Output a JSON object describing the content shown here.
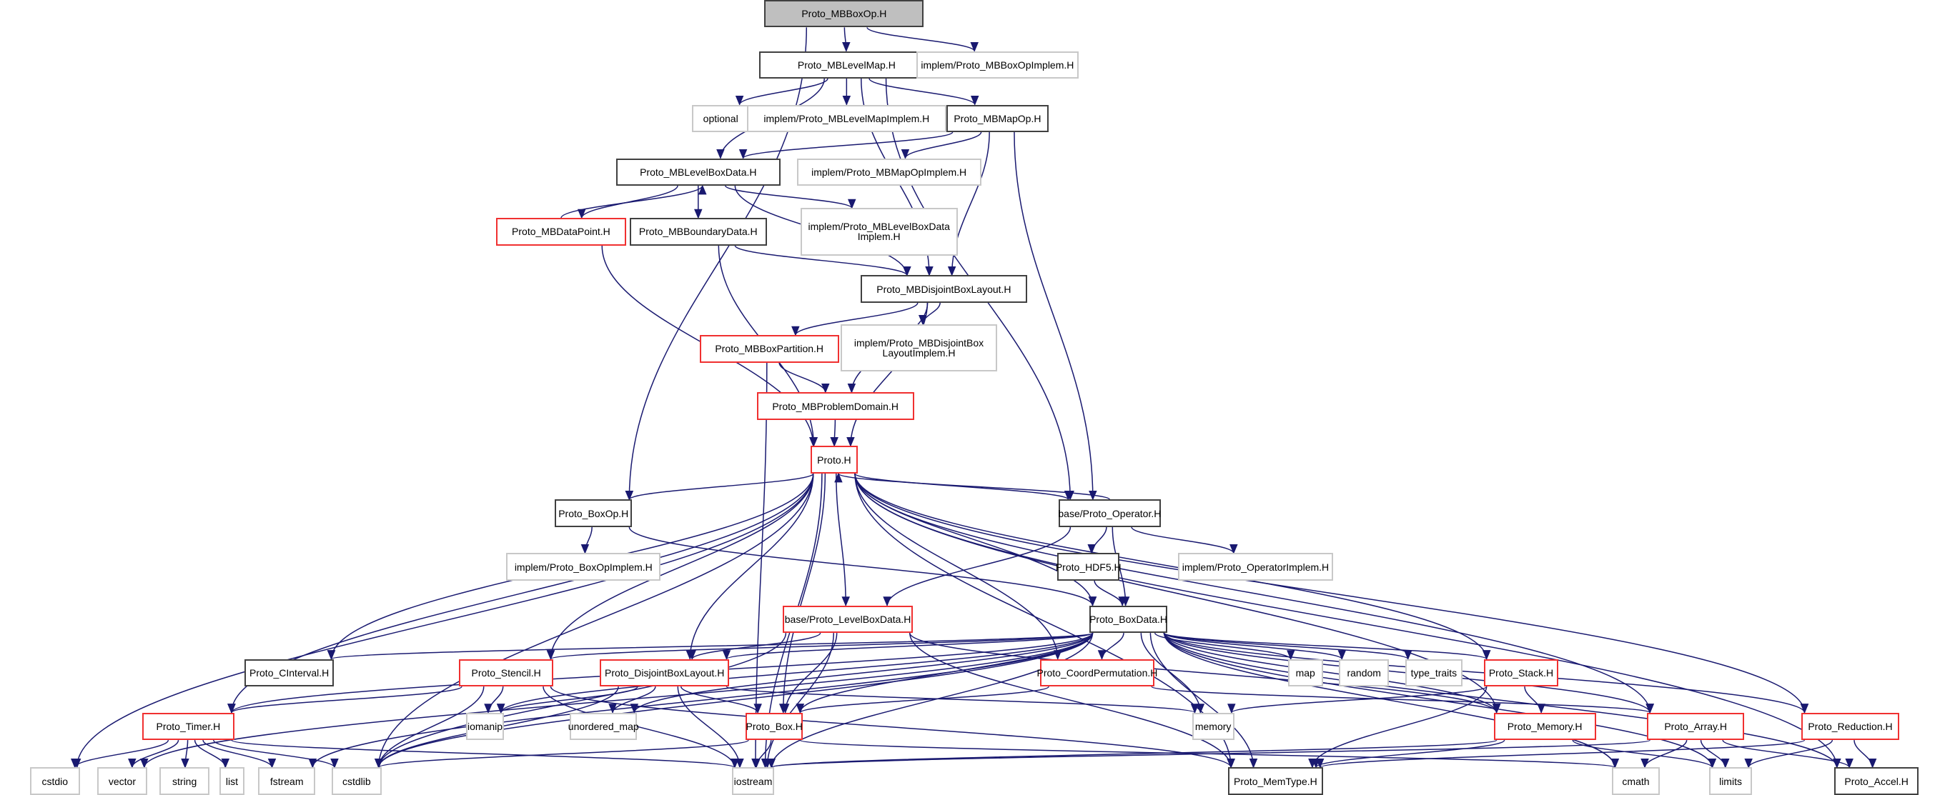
{
  "graph": {
    "title": "Proto_MBBoxOp.H include dependency graph",
    "colors": {
      "edge": "#191970",
      "documented_border": "#404040",
      "truncated_border": "#ff0000",
      "external_border": "#c8c8c8",
      "current_fill": "#bfbfbf"
    },
    "nodes": [
      {
        "id": "mbboxop",
        "label": "Proto_MBBoxOp.H",
        "kind": "current"
      },
      {
        "id": "mblevelmap",
        "label": "Proto_MBLevelMap.H",
        "kind": "documented"
      },
      {
        "id": "mbboxopimplem",
        "label": "implem/Proto_MBBoxOpImplem.H",
        "kind": "external"
      },
      {
        "id": "optional",
        "label": "optional",
        "kind": "external"
      },
      {
        "id": "mblevelmapimplem",
        "label": "implem/Proto_MBLevelMapImplem.H",
        "kind": "external"
      },
      {
        "id": "mbmapop",
        "label": "Proto_MBMapOp.H",
        "kind": "documented"
      },
      {
        "id": "mblevelboxdata",
        "label": "Proto_MBLevelBoxData.H",
        "kind": "documented"
      },
      {
        "id": "mbmapopimplem",
        "label": "implem/Proto_MBMapOpImplem.H",
        "kind": "external"
      },
      {
        "id": "mbdatapoint",
        "label": "Proto_MBDataPoint.H",
        "kind": "truncated"
      },
      {
        "id": "mbboundarydata",
        "label": "Proto_MBBoundaryData.H",
        "kind": "documented"
      },
      {
        "id": "mblevelboxdataimplem",
        "label": "implem/Proto_MBLevelBoxData\nImplem.H",
        "kind": "external"
      },
      {
        "id": "mbdisjointboxlayout",
        "label": "Proto_MBDisjointBoxLayout.H",
        "kind": "documented"
      },
      {
        "id": "mbboxpartition",
        "label": "Proto_MBBoxPartition.H",
        "kind": "truncated"
      },
      {
        "id": "mbdisjointboxlayoutimplem",
        "label": "implem/Proto_MBDisjointBox\nLayoutImplem.H",
        "kind": "external"
      },
      {
        "id": "mbproblemdomain",
        "label": "Proto_MBProblemDomain.H",
        "kind": "truncated"
      },
      {
        "id": "proto",
        "label": "Proto.H",
        "kind": "truncated"
      },
      {
        "id": "boxop",
        "label": "Proto_BoxOp.H",
        "kind": "documented"
      },
      {
        "id": "operator",
        "label": "base/Proto_Operator.H",
        "kind": "documented"
      },
      {
        "id": "boxopimplem",
        "label": "implem/Proto_BoxOpImplem.H",
        "kind": "external"
      },
      {
        "id": "hdf5",
        "label": "Proto_HDF5.H",
        "kind": "documented"
      },
      {
        "id": "operatorimplem",
        "label": "implem/Proto_OperatorImplem.H",
        "kind": "external"
      },
      {
        "id": "levelboxdata",
        "label": "base/Proto_LevelBoxData.H",
        "kind": "truncated"
      },
      {
        "id": "boxdata",
        "label": "Proto_BoxData.H",
        "kind": "documented"
      },
      {
        "id": "cinterval",
        "label": "Proto_CInterval.H",
        "kind": "documented"
      },
      {
        "id": "stencil",
        "label": "Proto_Stencil.H",
        "kind": "truncated"
      },
      {
        "id": "disjointboxlayout",
        "label": "Proto_DisjointBoxLayout.H",
        "kind": "truncated"
      },
      {
        "id": "coordpermutation",
        "label": "Proto_CoordPermutation.H",
        "kind": "truncated"
      },
      {
        "id": "map",
        "label": "map",
        "kind": "external"
      },
      {
        "id": "random",
        "label": "random",
        "kind": "external"
      },
      {
        "id": "typetraits",
        "label": "type_traits",
        "kind": "external"
      },
      {
        "id": "stack",
        "label": "Proto_Stack.H",
        "kind": "truncated"
      },
      {
        "id": "timer",
        "label": "Proto_Timer.H",
        "kind": "truncated"
      },
      {
        "id": "iomanip",
        "label": "iomanip",
        "kind": "external"
      },
      {
        "id": "unorderedmap",
        "label": "unordered_map",
        "kind": "external"
      },
      {
        "id": "box",
        "label": "Proto_Box.H",
        "kind": "truncated"
      },
      {
        "id": "memory",
        "label": "memory",
        "kind": "external"
      },
      {
        "id": "protomemory",
        "label": "Proto_Memory.H",
        "kind": "truncated"
      },
      {
        "id": "array",
        "label": "Proto_Array.H",
        "kind": "truncated"
      },
      {
        "id": "reduction",
        "label": "Proto_Reduction.H",
        "kind": "truncated"
      },
      {
        "id": "cstdio",
        "label": "cstdio",
        "kind": "external"
      },
      {
        "id": "vector",
        "label": "vector",
        "kind": "external"
      },
      {
        "id": "string",
        "label": "string",
        "kind": "external"
      },
      {
        "id": "list",
        "label": "list",
        "kind": "external"
      },
      {
        "id": "fstream",
        "label": "fstream",
        "kind": "external"
      },
      {
        "id": "cstdlib",
        "label": "cstdlib",
        "kind": "external"
      },
      {
        "id": "iostream",
        "label": "iostream",
        "kind": "external"
      },
      {
        "id": "memtype",
        "label": "Proto_MemType.H",
        "kind": "documented"
      },
      {
        "id": "cmath",
        "label": "cmath",
        "kind": "external"
      },
      {
        "id": "limits",
        "label": "limits",
        "kind": "external"
      },
      {
        "id": "accel",
        "label": "Proto_Accel.H",
        "kind": "documented"
      }
    ],
    "edges": [
      [
        "mbboxop",
        "mblevelmap"
      ],
      [
        "mbboxop",
        "mbboxopimplem"
      ],
      [
        "mbboxop",
        "boxop"
      ],
      [
        "mblevelmap",
        "optional"
      ],
      [
        "mblevelmap",
        "mblevelmapimplem"
      ],
      [
        "mblevelmap",
        "mbmapop"
      ],
      [
        "mblevelmap",
        "mblevelboxdata"
      ],
      [
        "mblevelmap",
        "mbdisjointboxlayout"
      ],
      [
        "mblevelmap",
        "operator"
      ],
      [
        "mbmapop",
        "mblevelboxdata"
      ],
      [
        "mbmapop",
        "mbmapopimplem"
      ],
      [
        "mbmapop",
        "mbdisjointboxlayout"
      ],
      [
        "mbmapop",
        "operator"
      ],
      [
        "mblevelboxdata",
        "mbdatapoint"
      ],
      [
        "mbdatapoint",
        "mblevelboxdata"
      ],
      [
        "mblevelboxdata",
        "mbboundarydata"
      ],
      [
        "mblevelboxdata",
        "mblevelboxdataimplem"
      ],
      [
        "mblevelboxdata",
        "mbdisjointboxlayout"
      ],
      [
        "mbdatapoint",
        "proto"
      ],
      [
        "mbboundarydata",
        "mbdisjointboxlayout"
      ],
      [
        "mbboundarydata",
        "proto"
      ],
      [
        "mbdisjointboxlayout",
        "mbboxpartition"
      ],
      [
        "mbdisjointboxlayout",
        "mbdisjointboxlayoutimplem"
      ],
      [
        "mbdisjointboxlayout",
        "mbproblemdomain"
      ],
      [
        "mbdisjointboxlayout",
        "proto"
      ],
      [
        "mbboxpartition",
        "mbproblemdomain"
      ],
      [
        "mbboxpartition",
        "iostream"
      ],
      [
        "mbproblemdomain",
        "proto"
      ],
      [
        "proto",
        "boxop"
      ],
      [
        "proto",
        "operator"
      ],
      [
        "operator",
        "proto"
      ],
      [
        "proto",
        "cstdio"
      ],
      [
        "proto",
        "timer"
      ],
      [
        "proto",
        "cstdlib"
      ],
      [
        "proto",
        "cinterval"
      ],
      [
        "proto",
        "stencil"
      ],
      [
        "proto",
        "disjointboxlayout"
      ],
      [
        "proto",
        "levelboxdata"
      ],
      [
        "proto",
        "box"
      ],
      [
        "proto",
        "memtype"
      ],
      [
        "proto",
        "boxdata"
      ],
      [
        "proto",
        "coordpermutation"
      ],
      [
        "proto",
        "stack"
      ],
      [
        "proto",
        "protomemory"
      ],
      [
        "proto",
        "array"
      ],
      [
        "proto",
        "reduction"
      ],
      [
        "proto",
        "accel"
      ],
      [
        "proto",
        "iostream"
      ],
      [
        "boxop",
        "boxopimplem"
      ],
      [
        "boxop",
        "boxdata"
      ],
      [
        "operator",
        "hdf5"
      ],
      [
        "operator",
        "operatorimplem"
      ],
      [
        "operator",
        "boxdata"
      ],
      [
        "operator",
        "levelboxdata"
      ],
      [
        "hdf5",
        "boxdata"
      ],
      [
        "levelboxdata",
        "disjointboxlayout"
      ],
      [
        "levelboxdata",
        "box"
      ],
      [
        "levelboxdata",
        "iostream"
      ],
      [
        "levelboxdata",
        "memtype"
      ],
      [
        "levelboxdata",
        "protomemory"
      ],
      [
        "levelboxdata",
        "cstdlib"
      ],
      [
        "boxdata",
        "cinterval"
      ],
      [
        "boxdata",
        "stencil"
      ],
      [
        "boxdata",
        "disjointboxlayout"
      ],
      [
        "boxdata",
        "coordpermutation"
      ],
      [
        "boxdata",
        "map"
      ],
      [
        "boxdata",
        "random"
      ],
      [
        "boxdata",
        "typetraits"
      ],
      [
        "boxdata",
        "stack"
      ],
      [
        "boxdata",
        "timer"
      ],
      [
        "boxdata",
        "iomanip"
      ],
      [
        "boxdata",
        "unorderedmap"
      ],
      [
        "boxdata",
        "box"
      ],
      [
        "boxdata",
        "memory"
      ],
      [
        "boxdata",
        "protomemory"
      ],
      [
        "boxdata",
        "array"
      ],
      [
        "boxdata",
        "reduction"
      ],
      [
        "boxdata",
        "accel"
      ],
      [
        "boxdata",
        "iostream"
      ],
      [
        "boxdata",
        "memtype"
      ],
      [
        "boxdata",
        "cmath"
      ],
      [
        "boxdata",
        "limits"
      ],
      [
        "boxdata",
        "cstdlib"
      ],
      [
        "boxdata",
        "fstream"
      ],
      [
        "boxdata",
        "vector"
      ],
      [
        "stencil",
        "timer"
      ],
      [
        "stencil",
        "iomanip"
      ],
      [
        "stencil",
        "iostream"
      ],
      [
        "stencil",
        "memtype"
      ],
      [
        "stencil",
        "cstdlib"
      ],
      [
        "disjointboxlayout",
        "iomanip"
      ],
      [
        "disjointboxlayout",
        "unorderedmap"
      ],
      [
        "disjointboxlayout",
        "box"
      ],
      [
        "disjointboxlayout",
        "iostream"
      ],
      [
        "disjointboxlayout",
        "memory"
      ],
      [
        "disjointboxlayout",
        "cstdlib"
      ],
      [
        "coordpermutation",
        "box"
      ],
      [
        "coordpermutation",
        "array"
      ],
      [
        "stack",
        "memory"
      ],
      [
        "stack",
        "protomemory"
      ],
      [
        "stack",
        "memtype"
      ],
      [
        "timer",
        "cstdio"
      ],
      [
        "timer",
        "vector"
      ],
      [
        "timer",
        "string"
      ],
      [
        "timer",
        "list"
      ],
      [
        "timer",
        "fstream"
      ],
      [
        "timer",
        "cstdlib"
      ],
      [
        "timer",
        "iostream"
      ],
      [
        "box",
        "cstdlib"
      ],
      [
        "box",
        "iostream"
      ],
      [
        "box",
        "cmath"
      ],
      [
        "protomemory",
        "memtype"
      ],
      [
        "protomemory",
        "limits"
      ],
      [
        "protomemory",
        "iostream"
      ],
      [
        "array",
        "cmath"
      ],
      [
        "array",
        "limits"
      ],
      [
        "array",
        "accel"
      ],
      [
        "array",
        "iostream"
      ],
      [
        "reduction",
        "limits"
      ],
      [
        "reduction",
        "accel"
      ],
      [
        "reduction",
        "memtype"
      ]
    ]
  }
}
